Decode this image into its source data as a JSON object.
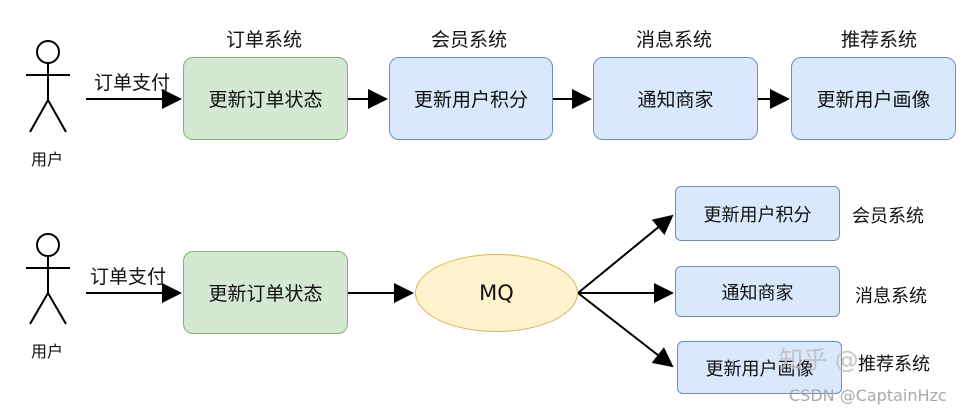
{
  "top": {
    "actor_label": "用户",
    "payment_label": "订单支付",
    "boxes": [
      {
        "system": "订单系统",
        "action": "更新订单状态"
      },
      {
        "system": "会员系统",
        "action": "更新用户积分"
      },
      {
        "system": "消息系统",
        "action": "通知商家"
      },
      {
        "system": "推荐系统",
        "action": "更新用户画像"
      }
    ]
  },
  "bottom": {
    "actor_label": "用户",
    "payment_label": "订单支付",
    "order_action": "更新订单状态",
    "mq_label": "MQ",
    "targets": [
      {
        "action": "更新用户积分",
        "system": "会员系统"
      },
      {
        "action": "通知商家",
        "system": "消息系统"
      },
      {
        "action": "更新用户画像",
        "system": "推荐系统"
      }
    ]
  },
  "watermark": {
    "zhihu": "知乎 @",
    "csdn": "CSDN @CaptainHzc"
  },
  "colors": {
    "green_fill": "#d5e8d4",
    "blue_fill": "#dae8fc",
    "mq_fill": "#fff2cc"
  }
}
